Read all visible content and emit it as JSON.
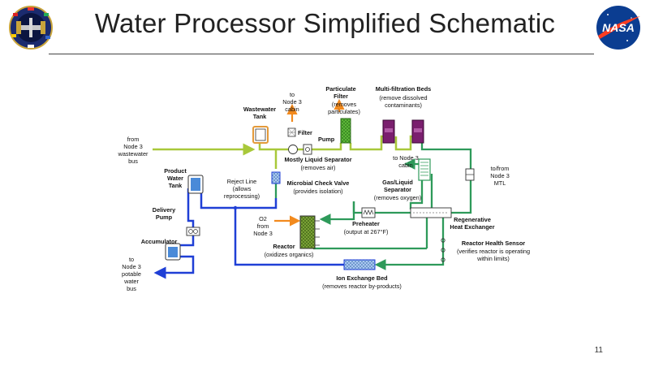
{
  "slide": {
    "title": "Water Processor Simplified Schematic",
    "page_number": "11",
    "logos": {
      "left": "iss-mission-patch-logo",
      "right": "nasa-meatball-logo",
      "right_text": "NASA"
    }
  },
  "diagram": {
    "labels": {
      "from_node3_wastewater": [
        "from",
        "Node 3",
        "wastewater",
        "bus"
      ],
      "wastewater_tank": [
        "Wastewater",
        "Tank"
      ],
      "to_node3_cabin_top": [
        "to",
        "Node 3",
        "cabin"
      ],
      "filter": "Filter",
      "pump": "Pump",
      "particulate_filter": [
        "Particulate",
        "Filter"
      ],
      "particulate_filter_note": [
        "(removes",
        "particulates)"
      ],
      "multifiltration_beds": "Multi-filtration Beds",
      "multifiltration_note": [
        "(remove dissolved",
        "contaminants)"
      ],
      "mostly_liquid_separator": "Mostly Liquid Separator",
      "mostly_liquid_separator_note": "(removes air)",
      "to_node3_cabin_mid": [
        "to Node 3",
        "cabin"
      ],
      "to_from_node3_mtl": [
        "to/from",
        "Node 3",
        "MTL"
      ],
      "product_water_tank": [
        "Product",
        "Water",
        "Tank"
      ],
      "reject_line": "Reject Line",
      "reject_line_note": [
        "(allows",
        "reprocessing)"
      ],
      "microbial_check_valve": "Microbial Check Valve",
      "microbial_check_valve_note": "(provides isolation)",
      "gas_liquid_separator": [
        "Gas/Liquid",
        "Separator"
      ],
      "gas_liquid_separator_note": "(removes oxygen)",
      "delivery_pump": [
        "Delivery",
        "Pump"
      ],
      "o2_from_node3": [
        "O2",
        "from",
        "Node 3"
      ],
      "preheater": "Preheater",
      "preheater_note": "(output at 267°F)",
      "regenerative_heat_exchanger": [
        "Regenerative",
        "Heat Exchanger"
      ],
      "accumulator": "Accumulator",
      "reactor": "Reactor",
      "reactor_note": "(oxidizes organics)",
      "reactor_health_sensor": "Reactor Health Sensor",
      "reactor_health_sensor_note": [
        "(verifies reactor is operating",
        "within limits)"
      ],
      "to_node3_potable": [
        "to",
        "Node 3",
        "potable",
        "water",
        "bus"
      ],
      "ion_exchange_bed": "Ion Exchange Bed",
      "ion_exchange_bed_note": "(removes reactor by-products)"
    },
    "colors": {
      "wastewater_line": "#a8c83a",
      "process_line": "#2e9a5a",
      "product_line": "#1f3fd6",
      "air_arrow": "#f28a1e",
      "reactor_fill": "#7fa83a",
      "multifiltration_fill": "#7a1f6e",
      "particulate_fill": "#5fbf3a",
      "tank_orange": "#e39a3a",
      "tank_blue": "#4a8ad8"
    }
  }
}
